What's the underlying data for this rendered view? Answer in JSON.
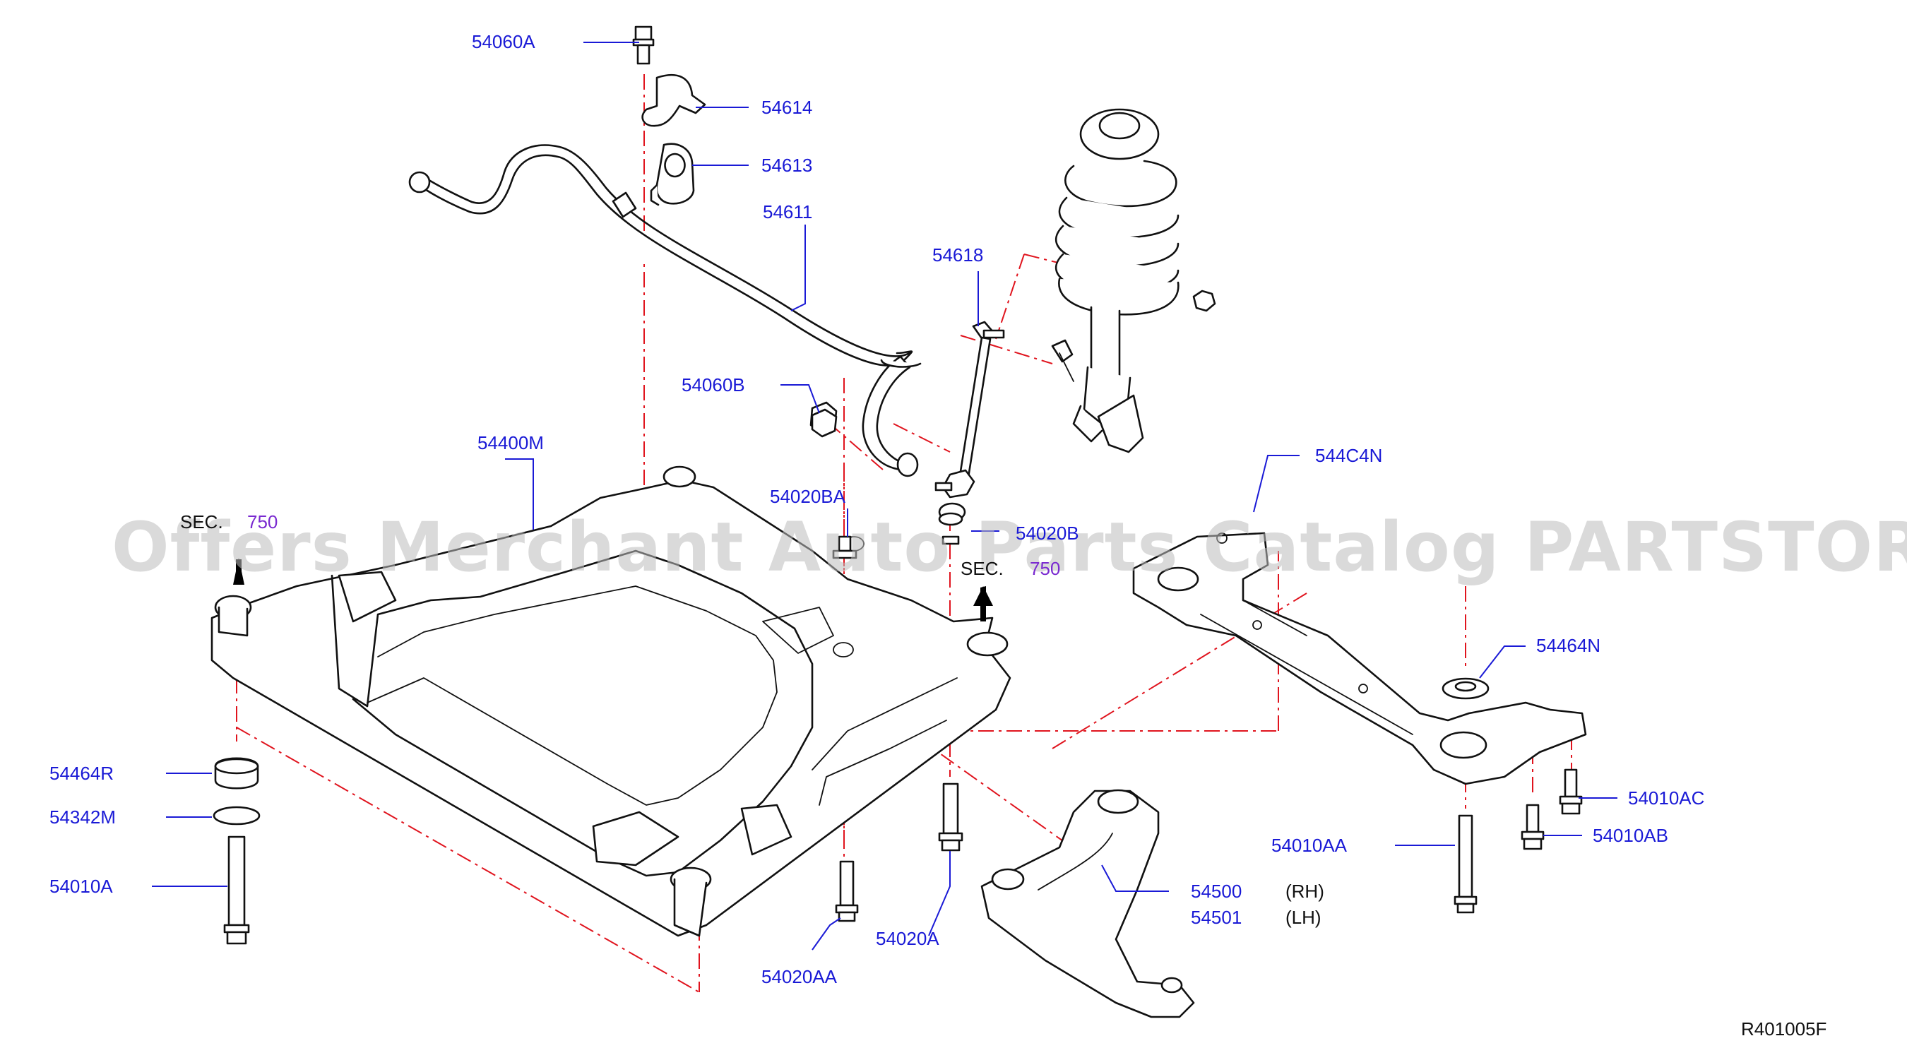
{
  "watermark": "Offers Merchant Auto Parts Catalog PARTSTORE.SA",
  "diagram_code": "R401005F",
  "colors": {
    "label": "#1a1ad6",
    "section_ref": "#7a2ad0",
    "dash_line": "#e0141e",
    "watermark": "#bdbdbd"
  },
  "section_refs": [
    {
      "prefix": "SEC.",
      "number": "750"
    },
    {
      "prefix": "SEC.",
      "number": "750"
    }
  ],
  "parts": {
    "p54060A": "54060A",
    "p54614": "54614",
    "p54613": "54613",
    "p54611": "54611",
    "p54618": "54618",
    "p54060B": "54060B",
    "p54400M": "54400M",
    "p54020BA": "54020BA",
    "p54020B": "54020B",
    "p544C4N": "544C4N",
    "p54464N": "54464N",
    "p54464R": "54464R",
    "p54342M": "54342M",
    "p54010A": "54010A",
    "p54010AC": "54010AC",
    "p54010AA": "54010AA",
    "p54010AB": "54010AB",
    "p54500": "54500",
    "p54501": "54501",
    "p54020A": "54020A",
    "p54020AA": "54020AA"
  },
  "sides": {
    "rh": "(RH)",
    "lh": "(LH)"
  }
}
